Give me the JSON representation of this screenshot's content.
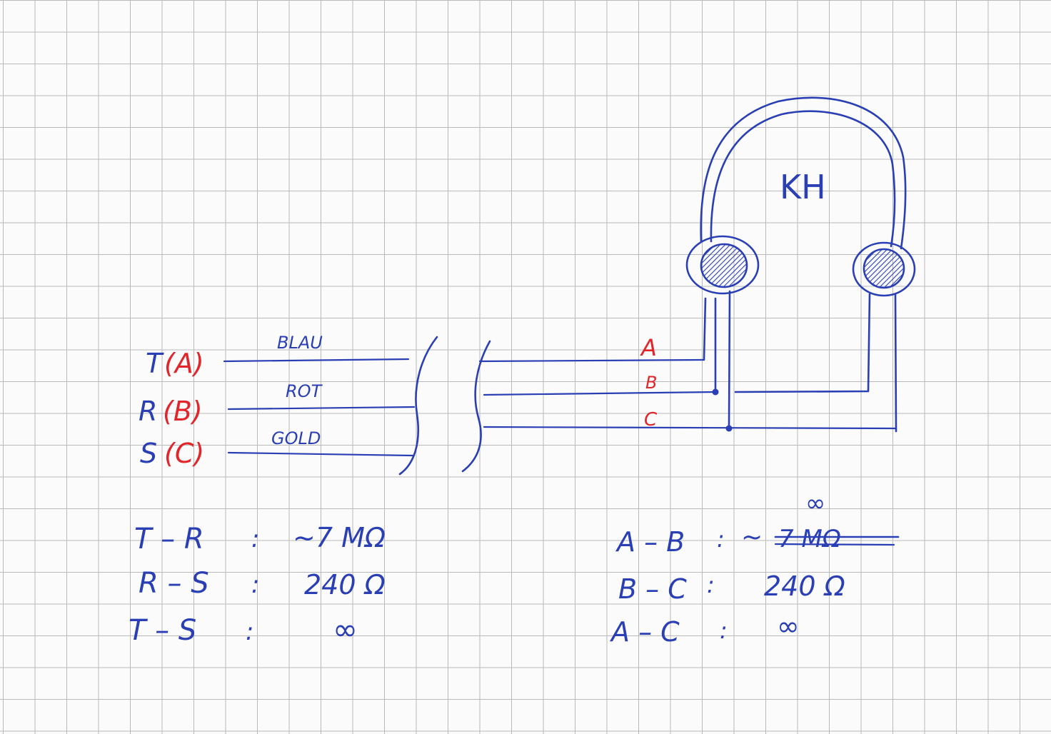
{
  "colors": {
    "blue_ink": "#2b3fb4",
    "red_ink": "#e0262b",
    "grid": "#b9b9b9",
    "paper": "#fbfbfb"
  },
  "headphone": {
    "label": "KH"
  },
  "plug": {
    "pins": [
      {
        "name": "T",
        "alias": "(A)",
        "wire": "BLAU"
      },
      {
        "name": "R",
        "alias": "(B)",
        "wire": "ROT"
      },
      {
        "name": "S",
        "alias": "(C)",
        "wire": "GOLD"
      }
    ]
  },
  "cable_labels": [
    "A",
    "B",
    "C"
  ],
  "measurements_left": [
    {
      "pair": "T – R",
      "sep": ":",
      "value": "~7 MΩ"
    },
    {
      "pair": "R – S",
      "sep": ":",
      "value": "240 Ω"
    },
    {
      "pair": "T – S",
      "sep": ":",
      "value": "∞"
    }
  ],
  "measurements_right": [
    {
      "pair": "A – B",
      "sep": ":",
      "prefix": "~",
      "value": "7 MΩ",
      "correction": "∞",
      "struck": true
    },
    {
      "pair": "B – C",
      "sep": ":",
      "prefix": "",
      "value": "240 Ω",
      "correction": "",
      "struck": false
    },
    {
      "pair": "A – C",
      "sep": ":",
      "prefix": "",
      "value": "∞",
      "correction": "",
      "struck": false
    }
  ]
}
